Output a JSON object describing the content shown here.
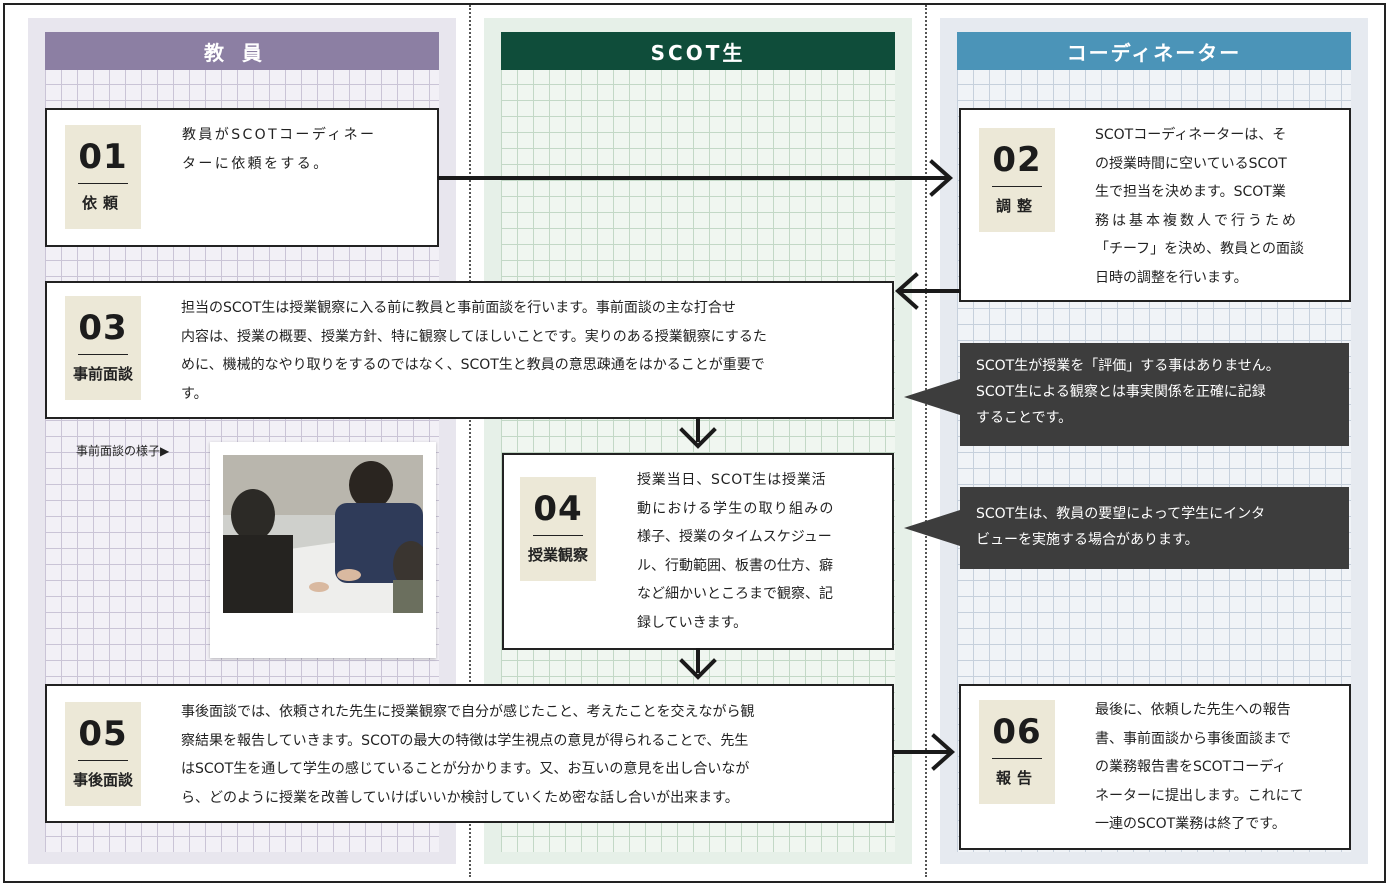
{
  "columns": {
    "teacher": {
      "title": "教員"
    },
    "scot": {
      "title": "SCOT生"
    },
    "coordinator": {
      "title": "コーディネーター"
    }
  },
  "steps": [
    {
      "num": "01",
      "label": "依頼",
      "text": [
        "教員がSCOTコーディネー",
        "ターに依頼をする。"
      ]
    },
    {
      "num": "02",
      "label": "調整",
      "text": [
        "SCOTコーディネーターは、そ",
        "の授業時間に空いているSCOT",
        "生で担当を決めます。SCOT業",
        "務は基本複数人で行うため",
        "「チーフ」を決め、教員との面談",
        "日時の調整を行います。"
      ]
    },
    {
      "num": "03",
      "label": "事前面談",
      "text": [
        "担当のSCOT生は授業観察に入る前に教員と事前面談を行います。事前面談の主な打合せ",
        "内容は、授業の概要、授業方針、特に観察してほしいことです。実りのある授業観察にするた",
        "めに、機械的なやり取りをするのではなく、SCOT生と教員の意思疎通をはかることが重要で",
        "す。"
      ]
    },
    {
      "num": "04",
      "label": "授業観察",
      "text": [
        "授業当日、SCOT生は授業活",
        "動における学生の取り組みの",
        "様子、授業のタイムスケジュー",
        "ル、行動範囲、板書の仕方、癖",
        "など細かいところまで観察、記",
        "録していきます。"
      ]
    },
    {
      "num": "05",
      "label": "事後面談",
      "text": [
        "事後面談では、依頼された先生に授業観察で自分が感じたこと、考えたことを交えながら観",
        "察結果を報告していきます。SCOTの最大の特徴は学生視点の意見が得られることで、先生",
        "はSCOT生を通して学生の感じていることが分かります。又、お互いの意見を出し合いなが",
        "ら、どのように授業を改善していけばいいか検討していくため密な話し合いが出来ます。"
      ]
    },
    {
      "num": "06",
      "label": "報告",
      "text": [
        "最後に、依頼した先生への報告",
        "書、事前面談から事後面談まで",
        "の業務報告書をSCOTコーディ",
        "ネーターに提出します。これにて",
        "一連のSCOT業務は終了です。"
      ]
    }
  ],
  "notes": [
    [
      "SCOT生が授業を「評価」する事はありません。",
      "SCOT生による観察とは事実関係を正確に記録",
      "することです。"
    ],
    [
      "SCOT生は、教員の要望によって学生にインタ",
      "ビューを実施する場合があります。"
    ]
  ],
  "photo_caption": "事前面談の様子▶"
}
